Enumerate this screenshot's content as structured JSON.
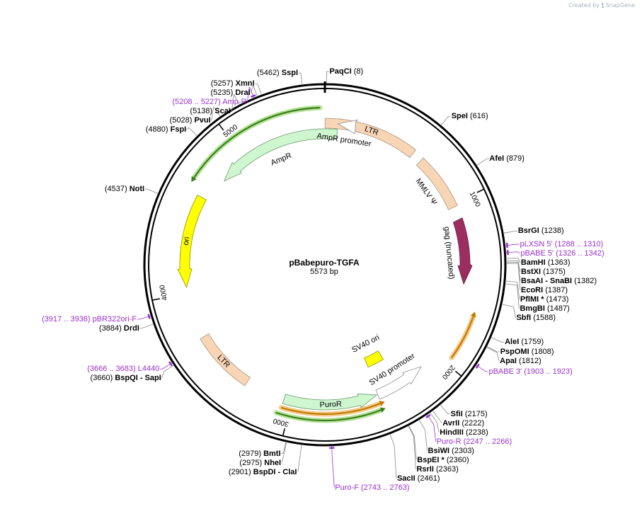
{
  "brand": {
    "created_by": "Created by",
    "name": "SnapGene"
  },
  "plasmid": {
    "name": "pBabepuro-TGFA",
    "size_text": "5573 bp",
    "length": 5573
  },
  "ticks": [
    "1000",
    "2000",
    "3000",
    "4000",
    "5000"
  ],
  "features": [
    {
      "name": "LTR",
      "start": 1,
      "end": 594,
      "color": "#f7d5b5",
      "stroke": "#a89684",
      "arrow": "none",
      "track": "inner",
      "label_inside": true
    },
    {
      "name": "MMLV Ψ",
      "start": 660,
      "end": 1021,
      "color": "#f7d5b5",
      "stroke": "#a89684",
      "arrow": "none",
      "track": "inner",
      "label_inside": false
    },
    {
      "name": "gag (truncated)",
      "start": 1101,
      "end": 1516,
      "color": "#9b2d5f",
      "stroke": "#6b1e42",
      "arrow": "cw",
      "track": "inner",
      "label_inside": false
    },
    {
      "name": "SV40 promoter",
      "start": 2115,
      "end": 2444,
      "color": "#ffffff",
      "stroke": "#8f8f8f",
      "arrow": "ccw",
      "track": "inner",
      "label_inside": false
    },
    {
      "name": "SV40 ori",
      "start": 2296,
      "end": 2432,
      "color": "#ffff00",
      "stroke": "#8f8f00",
      "arrow": "none",
      "track": "innermost",
      "label_inside": false
    },
    {
      "name": "PuroR",
      "start": 2450,
      "end": 3049,
      "color": "#cff7cf",
      "stroke": "#6e9a6e",
      "arrow": "ccw",
      "track": "inner",
      "label_inside": true
    },
    {
      "name": "LTR",
      "start": 3305,
      "end": 3704,
      "color": "#f7d5b5",
      "stroke": "#a89684",
      "arrow": "none",
      "track": "inner",
      "label_inside": true
    },
    {
      "name": "ori",
      "start": 4036,
      "end": 4624,
      "color": "#ffff00",
      "stroke": "#8f8f00",
      "arrow": "ccw",
      "track": "inner",
      "label_inside": true
    },
    {
      "name": "AmpR",
      "start": 4795,
      "end": 5655,
      "color": "#cff7cf",
      "stroke": "#6e9a6e",
      "arrow": "ccw",
      "track": "innermost",
      "label_inside": false
    },
    {
      "name": "AmpR promoter",
      "start": 5656,
      "end": 5760,
      "color": "#ffffff",
      "stroke": "#8f8f8f",
      "arrow": "ccw",
      "track": "inner",
      "label_inside": false
    }
  ],
  "orfs": [
    {
      "start": 1955,
      "end": 1690,
      "color": "#c37a00",
      "halo": "#f3c98b"
    },
    {
      "start": 3049,
      "end": 2450,
      "color": "#c37a00",
      "halo": "#f3c98b"
    },
    {
      "start": 3070,
      "end": 2460,
      "color": "#3a7d1b",
      "halo": "#b6e39a"
    },
    {
      "start": 5545,
      "end": 4700,
      "color": "#3a7d1b",
      "halo": "#b6e39a"
    }
  ],
  "sites": [
    {
      "name": "PaqCI",
      "pos": "(8)",
      "bp": 8
    },
    {
      "name": "SpeI",
      "pos": "(616)",
      "bp": 616
    },
    {
      "name": "AfeI",
      "pos": "(879)",
      "bp": 879
    },
    {
      "name": "BsrGI",
      "pos": "(1238)",
      "bp": 1238
    },
    {
      "name": "BamHI",
      "pos": "(1363)",
      "bp": 1363
    },
    {
      "name": "BstXI",
      "pos": "(1375)",
      "bp": 1375
    },
    {
      "name": "BsaAI",
      "extra": "- SnaBI",
      "pos": "(1382)",
      "bp": 1382
    },
    {
      "name": "EcoRI",
      "pos": "(1387)",
      "bp": 1387
    },
    {
      "name": "PflMI *",
      "pos": "(1473)",
      "bp": 1473
    },
    {
      "name": "BmgBI",
      "pos": "(1487)",
      "bp": 1487
    },
    {
      "name": "SbfI",
      "pos": "(1588)",
      "bp": 1588
    },
    {
      "name": "AleI",
      "pos": "(1759)",
      "bp": 1759
    },
    {
      "name": "PspOMI",
      "pos": "(1808)",
      "bp": 1808
    },
    {
      "name": "ApaI",
      "pos": "(1812)",
      "bp": 1812
    },
    {
      "name": "SfiI",
      "pos": "(2175)",
      "bp": 2175
    },
    {
      "name": "AvrII",
      "pos": "(2222)",
      "bp": 2222
    },
    {
      "name": "HindIII",
      "pos": "(2238)",
      "bp": 2238
    },
    {
      "name": "BsiWI",
      "pos": "(2303)",
      "bp": 2303
    },
    {
      "name": "BspEI *",
      "pos": "(2360)",
      "bp": 2360
    },
    {
      "name": "RsrII",
      "pos": "(2363)",
      "bp": 2363
    },
    {
      "name": "SacII",
      "pos": "(2461)",
      "bp": 2461
    },
    {
      "name": "BmtI",
      "pos": "(2979)",
      "bp": 2979
    },
    {
      "name": "NheI",
      "pos": "(2975)",
      "bp": 2975
    },
    {
      "name": "BspDI",
      "extra": "- ClaI",
      "pos": "(2901)",
      "bp": 2901
    },
    {
      "name": "BspQI",
      "extra": "- SapI",
      "pos": "(3660)",
      "bp": 3660
    },
    {
      "name": "DrdI",
      "pos": "(3884)",
      "bp": 3884
    },
    {
      "name": "NotI",
      "pos": "(4537)",
      "bp": 4537
    },
    {
      "name": "FspI",
      "pos": "(4880)",
      "bp": 4880
    },
    {
      "name": "PvuI",
      "pos": "(5028)",
      "bp": 5028
    },
    {
      "name": "ScaI",
      "pos": "(5138)",
      "bp": 5138
    },
    {
      "name": "DraI",
      "pos": "(5235)",
      "bp": 5235
    },
    {
      "name": "XmnI",
      "pos": "(5257)",
      "bp": 5257
    },
    {
      "name": "SspI",
      "pos": "(5462)",
      "bp": 5462
    }
  ],
  "primers": [
    {
      "name": "pLXSN 5'",
      "pos": "(1288 .. 1310)",
      "bp": 1299
    },
    {
      "name": "pBABE 5'",
      "pos": "(1326 .. 1342)",
      "bp": 1334
    },
    {
      "name": "pBABE 3'",
      "pos": "(1903 .. 1923)",
      "bp": 1913
    },
    {
      "name": "Puro-R",
      "pos": "(2247 .. 2266)",
      "bp": 2256
    },
    {
      "name": "Puro-F",
      "pos": "(2743 .. 2763)",
      "bp": 2753
    },
    {
      "name": "L4440",
      "pos": "(3666 .. 3683)",
      "bp": 3674
    },
    {
      "name": "pBR322ori-F",
      "pos": "(3917 .. 3936)",
      "bp": 3926
    },
    {
      "name": "Amp-R",
      "pos": "(5208 .. 5227)",
      "bp": 5217
    }
  ]
}
